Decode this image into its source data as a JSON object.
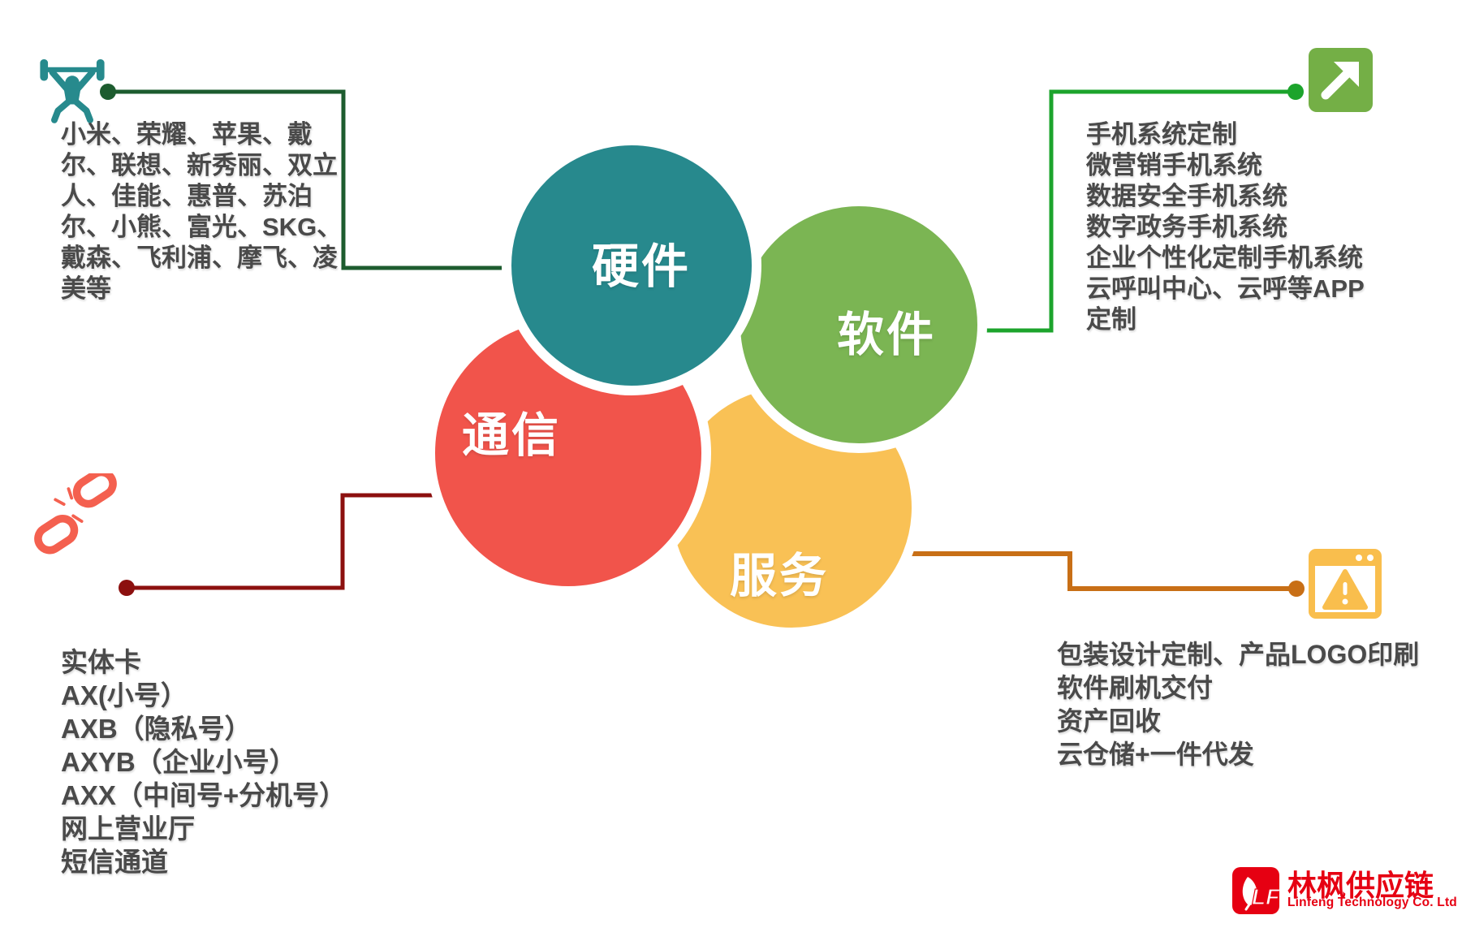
{
  "petals": [
    {
      "key": "hardware",
      "label": "硬件",
      "color": "#27898D"
    },
    {
      "key": "software",
      "label": "软件",
      "color": "#7BB553"
    },
    {
      "key": "communication",
      "label": "通信",
      "color": "#F1544B"
    },
    {
      "key": "service",
      "label": "服务",
      "color": "#F9C155"
    }
  ],
  "callouts": {
    "hardware": {
      "icon": "weightlifter-icon",
      "icon_color": "#278A8D",
      "connector_color": "#1D5C2F",
      "lines": [
        "小米、荣耀、苹果、戴",
        "尔、联想、新秀丽、双立",
        "人、佳能、惠普、苏泊",
        "尔、小熊、富光、SKG、",
        "戴森、飞利浦、摩飞、凌",
        "美等"
      ]
    },
    "software": {
      "icon": "arrow-up-right-icon",
      "icon_bg": "#74AF46",
      "connector_color": "#1CA42C",
      "lines": [
        "手机系统定制",
        "微营销手机系统",
        "数据安全手机系统",
        "数字政务手机系统",
        "企业个性化定制手机系统",
        "云呼叫中心、云呼等APP",
        "定制"
      ]
    },
    "communication": {
      "icon": "broken-link-icon",
      "icon_color": "#F4604F",
      "connector_color": "#8C100F",
      "lines": [
        "实体卡",
        "AX(小号）",
        "AXB（隐私号）",
        "AXYB（企业小号）",
        "AXX（中间号+分机号）",
        "网上营业厅",
        "短信通道"
      ]
    },
    "service": {
      "icon": "warning-window-icon",
      "icon_color": "#F9BE4D",
      "connector_color": "#C86F16",
      "lines": [
        "包装设计定制、产品LOGO印刷",
        "软件刷机交付",
        "资产回收",
        "云仓储+一件代发"
      ]
    }
  },
  "logo": {
    "title": "林枫供应链",
    "subtitle": "Linfeng Technology Co. Ltd",
    "monogram": "LF",
    "color": "#E60012"
  }
}
